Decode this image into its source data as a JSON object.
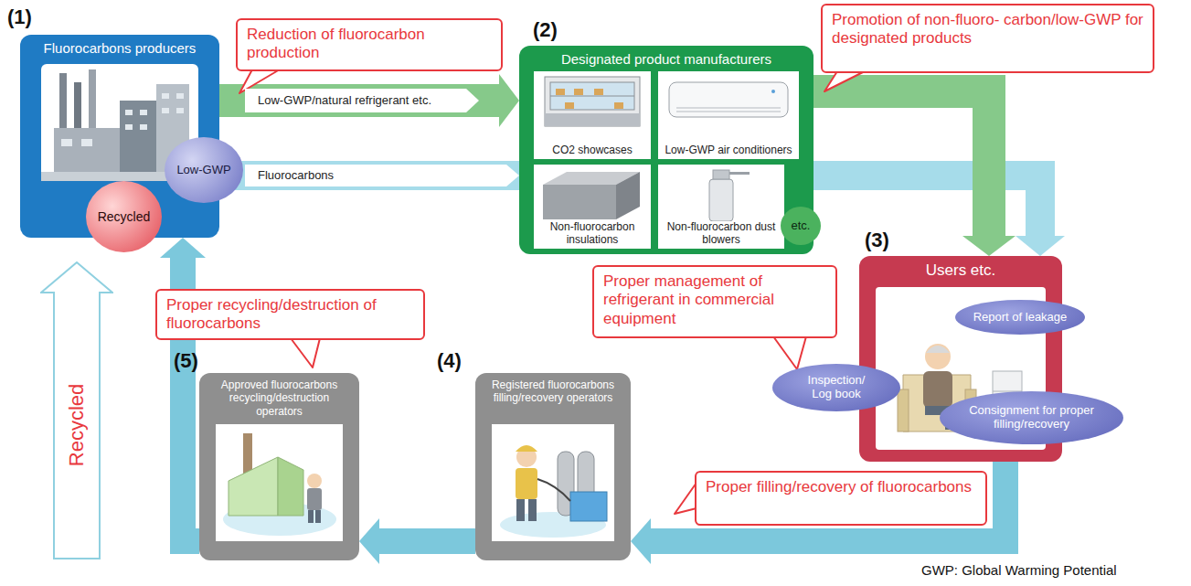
{
  "diagram": {
    "nodes": [
      {
        "text": [
          "Fluorocarbons producers"
        ]
      },
      {
        "text": [
          "Low-GWP"
        ],
        "in": 0
      },
      {
        "text": [
          "Recycled"
        ],
        "in": 0
      },
      {
        "text": [
          "Reduction of fluorocarbon production"
        ]
      },
      {
        "text": [
          "Designated product manufacturers"
        ]
      },
      {
        "text": [
          "CO2 showcases"
        ],
        "in": 4
      },
      {
        "text": [
          "Low-GWP air conditioners"
        ],
        "in": 4
      },
      {
        "text": [
          "Non-fluorocarbon insulations"
        ],
        "in": 4
      },
      {
        "text": [
          "Non-fluorocarbon dust blowers"
        ],
        "in": 4
      },
      {
        "text": [
          "etc."
        ],
        "in": 4
      },
      {
        "text": [
          "Promotion of non-fluoro- carbon/low-GWP for designated products"
        ]
      },
      {
        "text": [
          "Proper management of refrigerant in commercial equipment"
        ]
      },
      {
        "text": [
          "Users etc."
        ]
      },
      {
        "text": [
          "Report of leakage"
        ],
        "in": 12
      },
      {
        "text": [
          "Inspection/ Log book"
        ],
        "in": 12
      },
      {
        "text": [
          "Consignment for proper filling/recovery"
        ],
        "in": 12
      },
      {
        "text": [
          "Proper recycling/destruction of fluorocarbons"
        ]
      },
      {
        "text": [
          "Approved fluorocarbons recycling/destruction operators"
        ]
      },
      {
        "text": [
          "Registered fluorocarbons filling/recovery operators"
        ]
      },
      {
        "text": [
          "Proper filling/recovery of fluorocarbons"
        ]
      }
    ],
    "edges": [
      {
        "from": 0,
        "to": 4,
        "label": "Low-GWP/natural refrigerant etc.",
        "arrow": "to"
      },
      {
        "from": 0,
        "to": 12,
        "label": "Fluorocarbons",
        "arrow": "to"
      },
      {
        "from": 4,
        "to": 12,
        "arrow": "to"
      },
      {
        "from": 12,
        "to": 18,
        "arrow": "to"
      },
      {
        "from": 18,
        "to": 17,
        "arrow": "to"
      },
      {
        "from": 17,
        "to": 0,
        "label": "Recycled",
        "arrow": "to"
      }
    ],
    "labels": [
      "(1)",
      "(2)",
      "(3)",
      "(4)",
      "(5)",
      "GWP: Global Warming Potential"
    ]
  }
}
